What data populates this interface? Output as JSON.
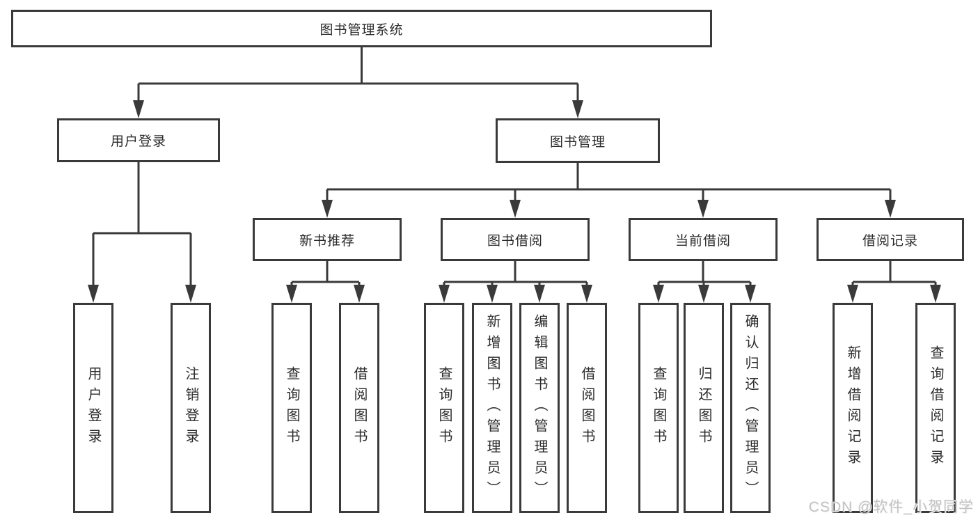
{
  "colors": {
    "background": "#ffffff",
    "line": "#3a3a3a",
    "box_border": "#3a3a3a",
    "text": "#2b2b2b",
    "watermark": "#c3c3c3"
  },
  "watermark": "CSDN @软件_小贺同学",
  "tree": {
    "label": "图书管理系统",
    "children": [
      {
        "label": "用户登录",
        "children": [
          {
            "label": "用户登录"
          },
          {
            "label": "注销登录"
          }
        ]
      },
      {
        "label": "图书管理",
        "children": [
          {
            "label": "新书推荐",
            "children": [
              {
                "label": "查询图书"
              },
              {
                "label": "借阅图书"
              }
            ]
          },
          {
            "label": "图书借阅",
            "children": [
              {
                "label": "查询图书"
              },
              {
                "label": "新增图书（管理员）"
              },
              {
                "label": "编辑图书（管理员）"
              },
              {
                "label": "借阅图书"
              }
            ]
          },
          {
            "label": "当前借阅",
            "children": [
              {
                "label": "查询图书"
              },
              {
                "label": "归还图书"
              },
              {
                "label": "确认归还（管理员）"
              }
            ]
          },
          {
            "label": "借阅记录",
            "children": [
              {
                "label": "新增借阅记录"
              },
              {
                "label": "查询借阅记录"
              }
            ]
          }
        ]
      }
    ]
  }
}
